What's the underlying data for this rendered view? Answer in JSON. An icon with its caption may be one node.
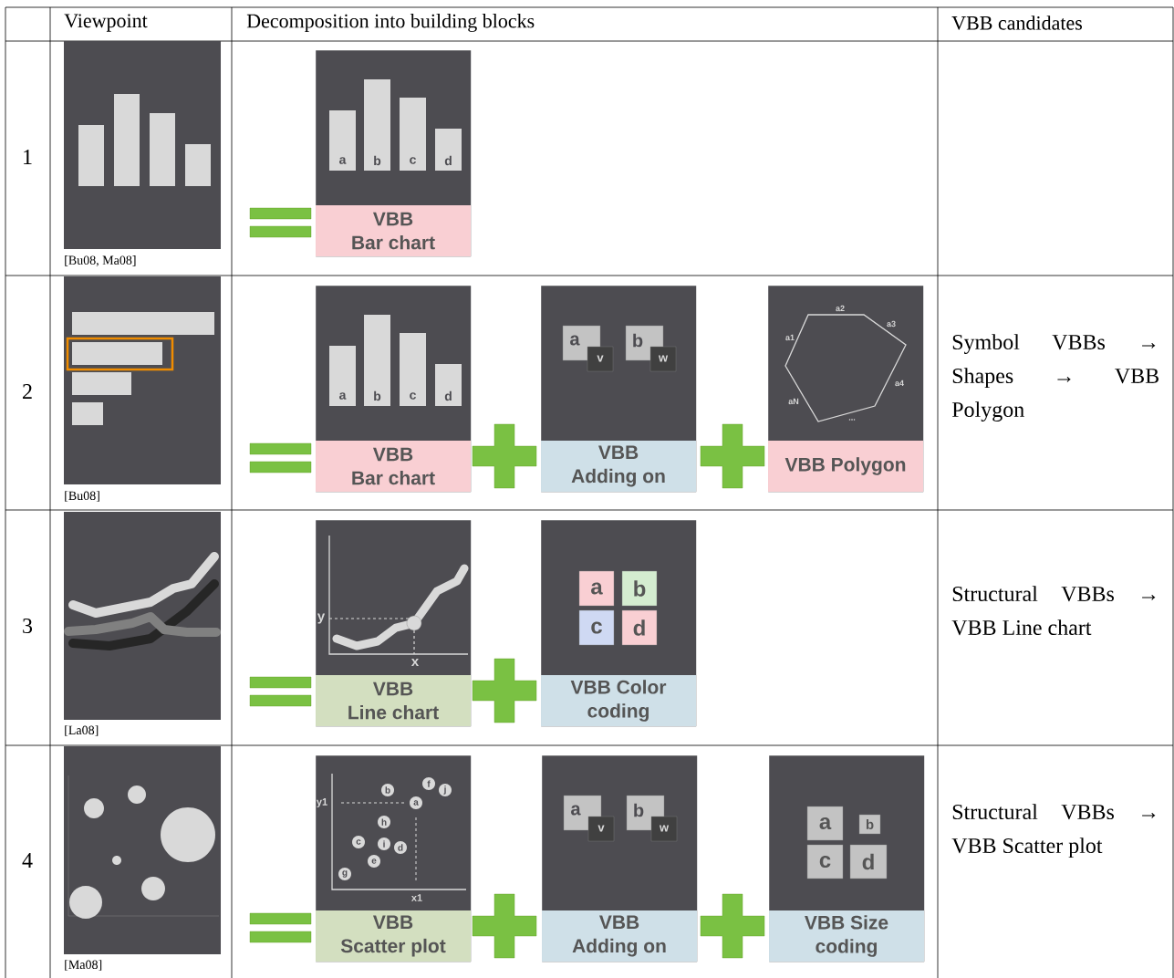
{
  "diagram": {
    "nodes": [
      {
        "text": [
          "a",
          "b",
          "c",
          "d",
          "VBB Bar chart"
        ]
      },
      {
        "text": [
          "a",
          "b",
          "c",
          "d",
          "VBB Bar chart"
        ]
      },
      {
        "text": [
          "a",
          "v",
          "b",
          "w",
          "VBB Adding on"
        ]
      },
      {
        "text": [
          "a2",
          "a3",
          "a1",
          "a4",
          "aN",
          "...",
          "VBB Polygon"
        ]
      },
      {
        "text": [
          "y",
          "x",
          "VBB Line chart"
        ]
      },
      {
        "text": [
          "a",
          "b",
          "c",
          "d",
          "VBB Color coding"
        ]
      },
      {
        "text": [
          "f",
          "b",
          "j",
          "y1",
          "a",
          "h",
          "c",
          "i",
          "d",
          "e",
          "g",
          "x1",
          "VBB Scatter plot"
        ]
      },
      {
        "text": [
          "a",
          "v",
          "b",
          "w",
          "VBB Adding on"
        ]
      },
      {
        "text": [
          "a",
          "b",
          "c",
          "d",
          "VBB Size coding"
        ]
      }
    ],
    "labels": [
      "Viewpoint",
      "Decomposition into building blocks",
      "VBB candidates",
      "1",
      "[Bu08, Ma08]",
      "2",
      "[Bu08]",
      "Symbol VBBs → Shapes → VBB Polygon",
      "3",
      "[La08]",
      "Structural VBBs → VBB Line chart",
      "4",
      "[Ma08]",
      "Structural VBBs → VBB Scatter plot"
    ]
  }
}
